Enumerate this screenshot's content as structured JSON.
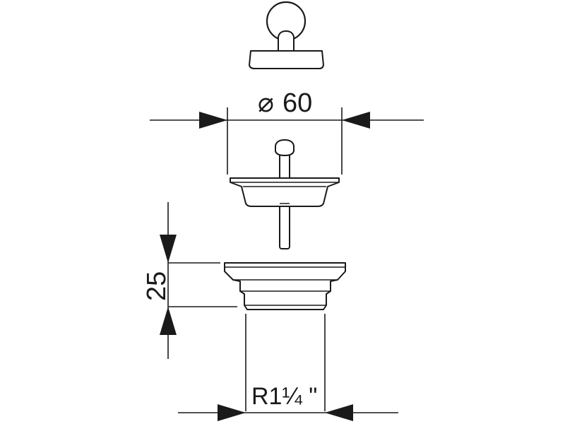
{
  "dimensions": {
    "diameter_symbol": "⌀",
    "diameter_value": "60",
    "height_value": "25",
    "thread_label": "R1¼ \""
  },
  "colors": {
    "line": "#1a1a1a",
    "background": "#ffffff"
  }
}
